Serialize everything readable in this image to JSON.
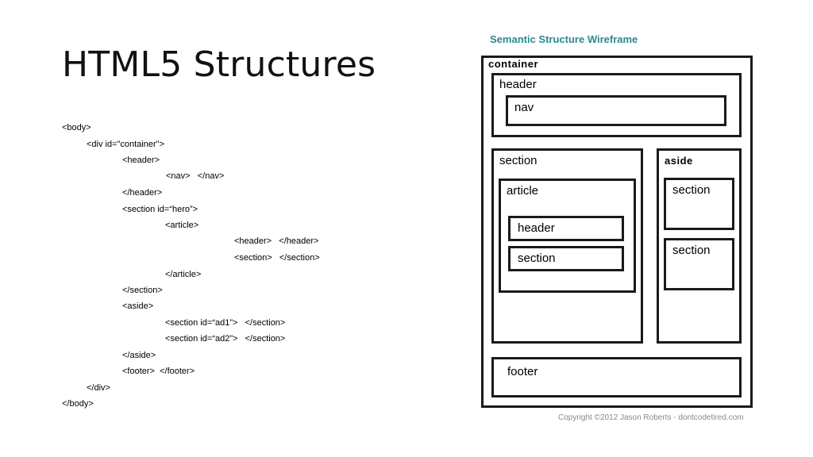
{
  "title": "HTML5 Structures",
  "code_lines": [
    "<body>",
    "<div id=\"container\">",
    "<header>",
    "<nav>   </nav>",
    "</header>",
    "<section id=“hero”>",
    "<article>",
    "<header>   </header>",
    "<section>   </section>",
    "</article>",
    "</section>",
    "<aside>",
    "<section id=“ad1”>   </section>",
    "<section id=“ad2”>   </section>",
    "</aside>",
    "<footer>  </footer>",
    "</div>",
    "</body>"
  ],
  "wireframe": {
    "title": "Semantic Structure Wireframe",
    "title_color": "#2a8a8c",
    "labels": {
      "container": "container",
      "header": "header",
      "nav": "nav",
      "section": "section",
      "article": "article",
      "article_header": "header",
      "article_section": "section",
      "aside": "aside",
      "aside_section_1": "section",
      "aside_section_2": "section",
      "footer": "footer"
    },
    "copyright": "Copyright ©2012 Jason Roberts - dontcodetired.com"
  }
}
